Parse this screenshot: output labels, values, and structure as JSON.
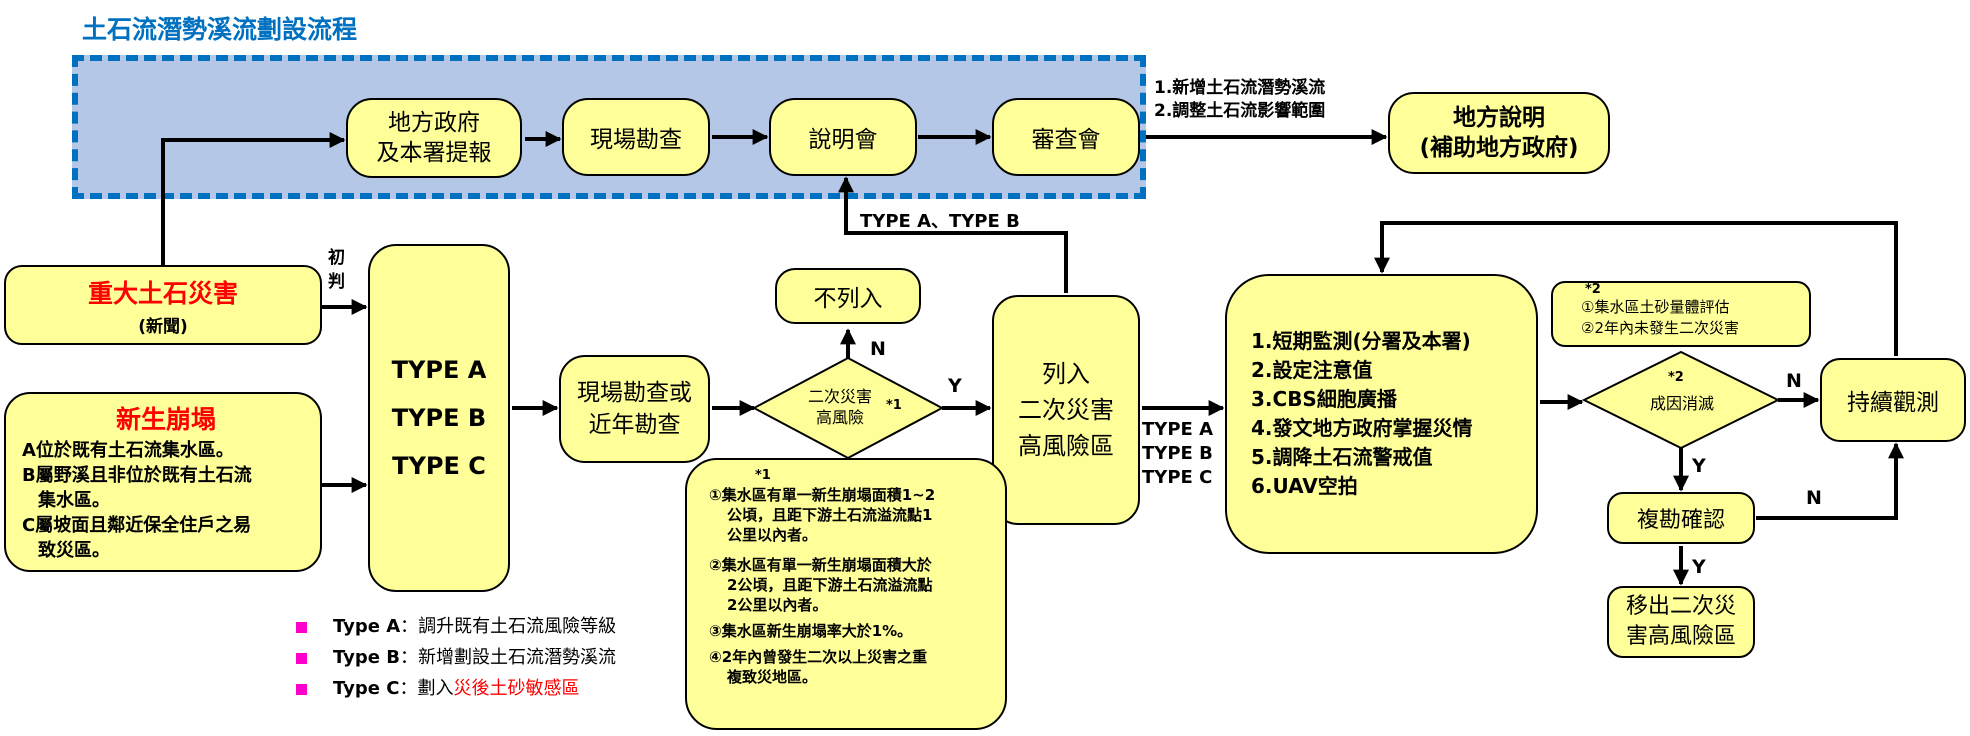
{
  "title": "土石流潛勢溪流劃設流程",
  "colors": {
    "title": "#0070c0",
    "node_fill": "#ffff99",
    "region_fill": "#b4c7e7",
    "region_border": "#0070c0",
    "red_text": "#ff0000",
    "legend_bullet": "#ff00cc"
  },
  "nodes": {
    "local_gov": [
      "地方政府",
      "及本署提報"
    ],
    "field_survey": "現場勘查",
    "briefing": "說明會",
    "review": "審查會",
    "local_explain": [
      "地方說明",
      "(補助地方政府)"
    ],
    "major_disaster": {
      "title": "重大土石災害",
      "sub": "(新聞)"
    },
    "new_collapse": {
      "title": "新生崩塌",
      "items": [
        [
          "A位於既有土石流集水區。"
        ],
        [
          "B屬野溪且非位於既有土石流",
          "集水區。"
        ],
        [
          "C屬坡面且鄰近保全住戶之易",
          "致災區。"
        ]
      ]
    },
    "types": [
      "TYPE A",
      "TYPE B",
      "TYPE C"
    ],
    "field_or_recent": [
      "現場勘查或",
      "近年勘查"
    ],
    "decision_risk": {
      "lines": [
        "二次災害",
        "高風險"
      ],
      "mark": "*1"
    },
    "not_listed": "不列入",
    "listed": [
      "列入",
      "二次災害",
      "高風險區"
    ],
    "actions": [
      "1.短期監測(分署及本署)",
      "2.設定注意值",
      "3.CBS細胞廣播",
      "4.發文地方政府掌握災情",
      "5.調降土石流警戒值",
      "6.UAV空拍"
    ],
    "note2": {
      "mark": "*2",
      "items": [
        "①集水區土砂量體評估",
        "②2年內未發生二次災害"
      ]
    },
    "decision_cause": {
      "mark": "*2",
      "text": "成因消滅"
    },
    "continue_obs": "持續觀測",
    "recheck": "複勘確認",
    "remove": [
      "移出二次災",
      "害高風險區"
    ],
    "note1": {
      "mark": "*1",
      "items": [
        [
          "①集水區有單一新生崩塌面積1~2",
          "公頃，且距下游土石流溢流點1",
          "公里以內者。"
        ],
        [
          "②集水區有單一新生崩塌面積大於",
          "2公頃，且距下游土石流溢流點",
          "2公里以內者。"
        ],
        [
          "③集水區新生崩塌率大於1%。"
        ],
        [
          "④2年內曾發生二次以上災害之重",
          "複致災地區。"
        ]
      ]
    }
  },
  "labels": {
    "initial": [
      "初",
      "判"
    ],
    "n1": "N",
    "y1": "Y",
    "type_ab": "TYPE A、TYPE B",
    "types_out": [
      "TYPE A",
      "TYPE B",
      "TYPE C"
    ],
    "review_out": [
      "1.新增土石流潛勢溪流",
      "2.調整土石流影響範圍"
    ],
    "n2": "N",
    "y2": "Y",
    "n3": "N",
    "y3": "Y"
  },
  "legend": [
    {
      "key": "Type A",
      "sep": "：",
      "text": "調升既有土石流風險等級",
      "red": ""
    },
    {
      "key": "Type B",
      "sep": "：",
      "text": "新增劃設土石流潛勢溪流",
      "red": ""
    },
    {
      "key": "Type C",
      "sep": "：",
      "text": "劃入",
      "red": "災後土砂敏感區"
    }
  ]
}
